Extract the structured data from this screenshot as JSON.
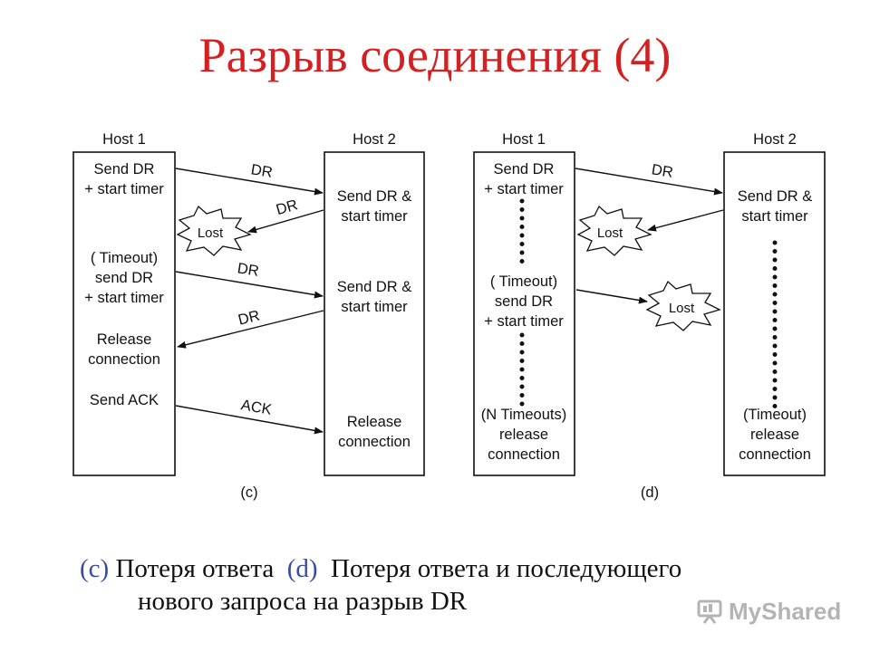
{
  "slide": {
    "title": "Разрыв соединения (4)",
    "caption": {
      "c_tag": "(c)",
      "c_text": "Потеря ответа",
      "d_tag": "(d)",
      "d_text": "Потеря ответа и последующего",
      "d_text2": "нового запроса на разрыв DR"
    },
    "watermark": "MyShared"
  },
  "diagram_c": {
    "label": "(c)",
    "host1": "Host 1",
    "host2": "Host 2",
    "h1_send_dr_1": "Send DR",
    "h1_send_dr_2": "+ start timer",
    "h1_timeout_1": "( Timeout)",
    "h1_timeout_2": "send DR",
    "h1_timeout_3": "+ start timer",
    "h1_release_1": "Release",
    "h1_release_2": "connection",
    "h1_send_ack": "Send ACK",
    "h2_send_dr_a1": "Send DR &",
    "h2_send_dr_a2": "start timer",
    "h2_send_dr_b1": "Send DR &",
    "h2_send_dr_b2": "start timer",
    "h2_release_1": "Release",
    "h2_release_2": "connection",
    "msg_dr_1": "DR",
    "msg_dr_2": "DR",
    "msg_dr_3": "DR",
    "msg_dr_4": "DR",
    "msg_ack": "ACK",
    "lost": "Lost"
  },
  "diagram_d": {
    "label": "(d)",
    "host1": "Host 1",
    "host2": "Host 2",
    "h1_send_dr_1": "Send DR",
    "h1_send_dr_2": "+ start timer",
    "h1_timeout_1": "( Timeout)",
    "h1_timeout_2": "send DR",
    "h1_timeout_3": "+ start timer",
    "h1_ntimeouts_1": "(N Timeouts)",
    "h1_ntimeouts_2": "release",
    "h1_ntimeouts_3": "connection",
    "h2_send_dr_1": "Send DR &",
    "h2_send_dr_2": "start timer",
    "h2_timeout_1": "(Timeout)",
    "h2_timeout_2": "release",
    "h2_timeout_3": "connection",
    "msg_dr_1": "DR",
    "lost_1": "Lost",
    "lost_2": "Lost"
  }
}
